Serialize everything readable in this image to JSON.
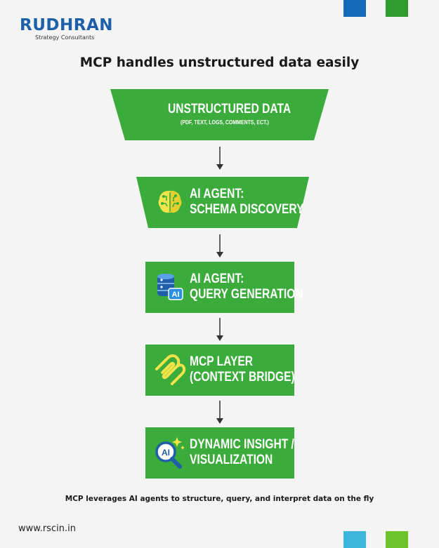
{
  "brand": {
    "name": "RUDHRAN",
    "tagline": "Strategy Consultants",
    "colors": {
      "blue": "#1469b8",
      "green": "#2f9a2f",
      "teal": "#3cb6dc",
      "lime": "#6cc32a"
    }
  },
  "title": "MCP handles unstructured data easily",
  "steps": [
    {
      "title": "UNSTRUCTURED DATA",
      "subtitle": "(PDF, TEXT, LOGS, COMMENTS, ECT.)",
      "icon": ""
    },
    {
      "line1": "AI AGENT:",
      "line2": "SCHEMA DISCOVERY",
      "icon": "brain-circuit-icon"
    },
    {
      "line1": "AI AGENT:",
      "line2": "QUERY GENERATION",
      "icon": "database-ai-icon"
    },
    {
      "line1": "MCP LAYER",
      "line2": "(CONTEXT BRIDGE)",
      "icon": "mcp-logo-icon"
    },
    {
      "line1": "DYNAMIC INSIGHT /",
      "line2": "VISUALIZATION",
      "icon": "ai-search-icon"
    }
  ],
  "icon_ai_text": "AI",
  "caption": "MCP leverages AI agents to structure, query, and interpret data on the fly",
  "website": "www.rscin.in",
  "step_color": "#3bac3b"
}
